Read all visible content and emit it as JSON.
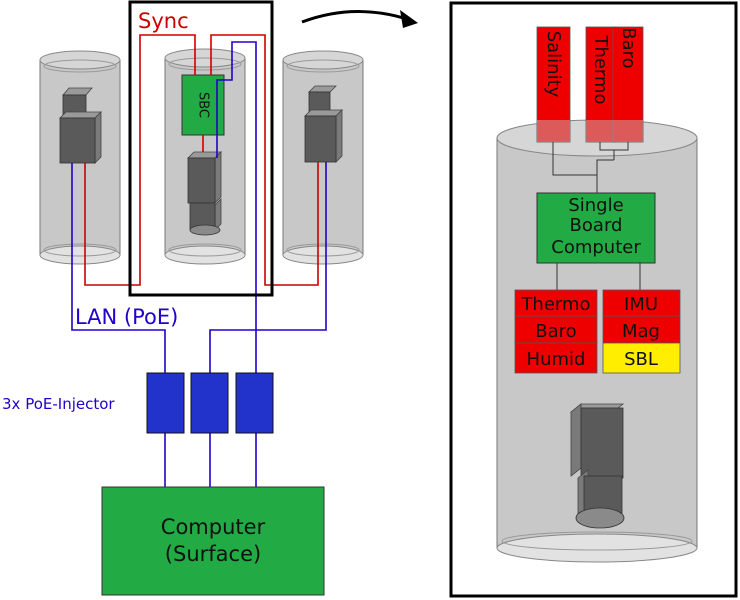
{
  "sync_label": "Sync",
  "lan_label": "LAN (PoE)",
  "injector_label": "3x PoE-Injector",
  "sbc_small_label": "SBC",
  "surface_computer": {
    "line1": "Computer",
    "line2": "(Surface)"
  },
  "top_sensors": [
    "Salinity",
    "Thermo",
    "Baro"
  ],
  "sbc_box": {
    "line1": "Single",
    "line2": "Board",
    "line3": "Computer"
  },
  "left_sensors": [
    "Thermo",
    "Baro",
    "Humid"
  ],
  "right_sensors": [
    "IMU",
    "Mag",
    "SBL"
  ],
  "colors": {
    "sync": "#cc0000",
    "lan": "#2200cc",
    "injector": "#2233cc",
    "computer": "#22aa44",
    "sensor_red": "#ee0000",
    "sensor_yellow": "#ffee00",
    "housing": "#c8c8c8"
  }
}
